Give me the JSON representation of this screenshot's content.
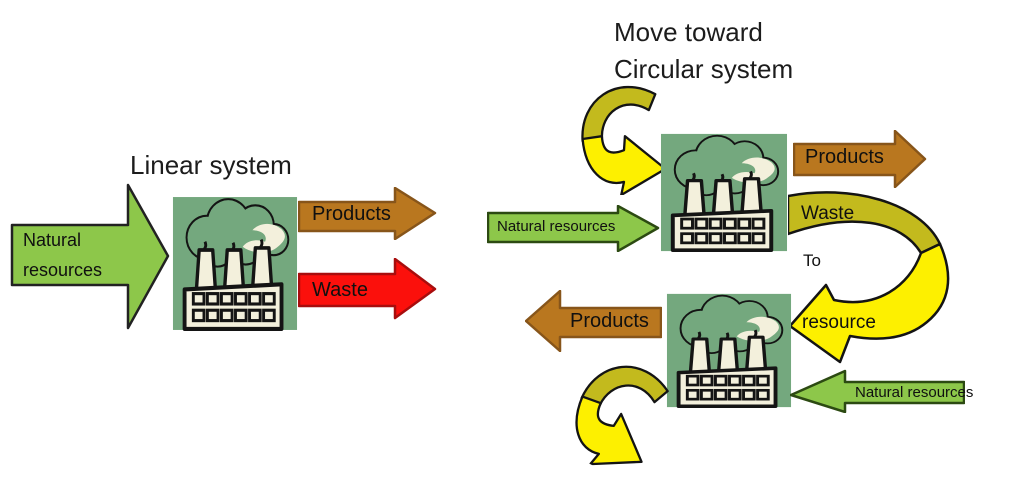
{
  "linear": {
    "title": "Linear system",
    "input_arrow": {
      "label": "Natural resources"
    },
    "products_arrow": {
      "label": "Products"
    },
    "waste_arrow": {
      "label": "Waste"
    }
  },
  "circular": {
    "title_line1": "Move toward",
    "title_line2": "Circular system",
    "input_arrow": {
      "label": "Natural resources"
    },
    "products_arrow": {
      "label": "Products"
    },
    "waste_loop": {
      "waste_label": "Waste",
      "to_label": "To",
      "resource_label": "resource"
    },
    "bottom": {
      "products_arrow": {
        "label": "Products"
      },
      "input_arrow": {
        "label": "Natural resources"
      }
    }
  },
  "colors": {
    "factory_background": "#74a87e",
    "factory_cream": "#f3f0dc",
    "natural_resources_green": "#8dc74a",
    "products_brown": "#b9771f",
    "waste_red": "#fb100c",
    "recycle_olive": "#c3ba1d",
    "recycle_yellow": "#fdf000",
    "outline_black": "#141414"
  }
}
